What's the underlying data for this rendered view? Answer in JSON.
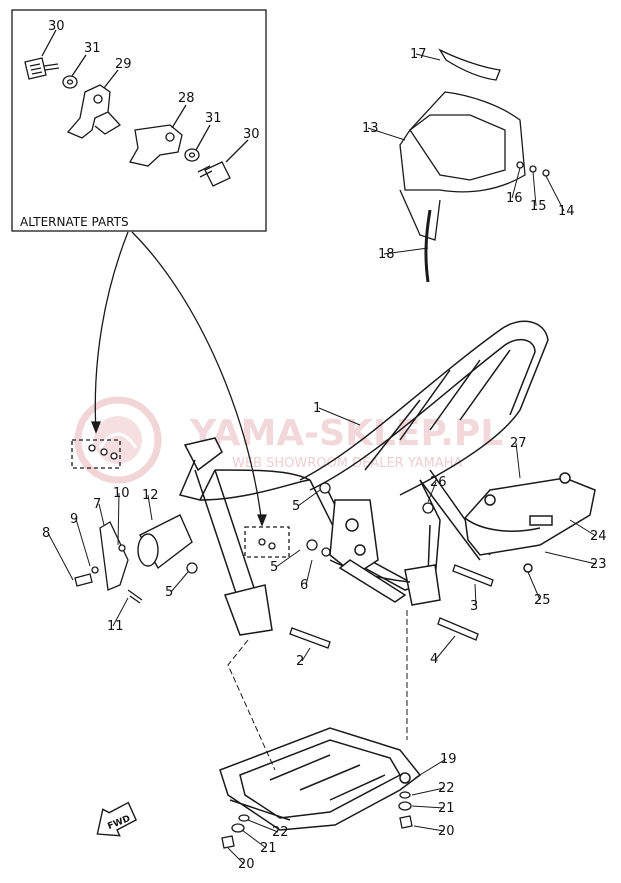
{
  "inset": {
    "title": "ALTERNATE PARTS"
  },
  "watermark": {
    "main": "YAMA-SKLEP.PL",
    "sub": "WEB SHOWROOM DEALER YAMAHA"
  },
  "fwd": "FWD",
  "parts": [
    "30",
    "31",
    "29",
    "28",
    "31",
    "30",
    "17",
    "13",
    "16",
    "15",
    "14",
    "18",
    "1",
    "26",
    "27",
    "24",
    "23",
    "25",
    "3",
    "4",
    "5",
    "5",
    "5",
    "6",
    "2",
    "12",
    "10",
    "7",
    "9",
    "8",
    "11",
    "19",
    "22",
    "21",
    "20",
    "22",
    "21",
    "20"
  ],
  "colors": {
    "line": "#1a1a1a",
    "watermark": "#e9b9bc",
    "background": "#ffffff"
  }
}
